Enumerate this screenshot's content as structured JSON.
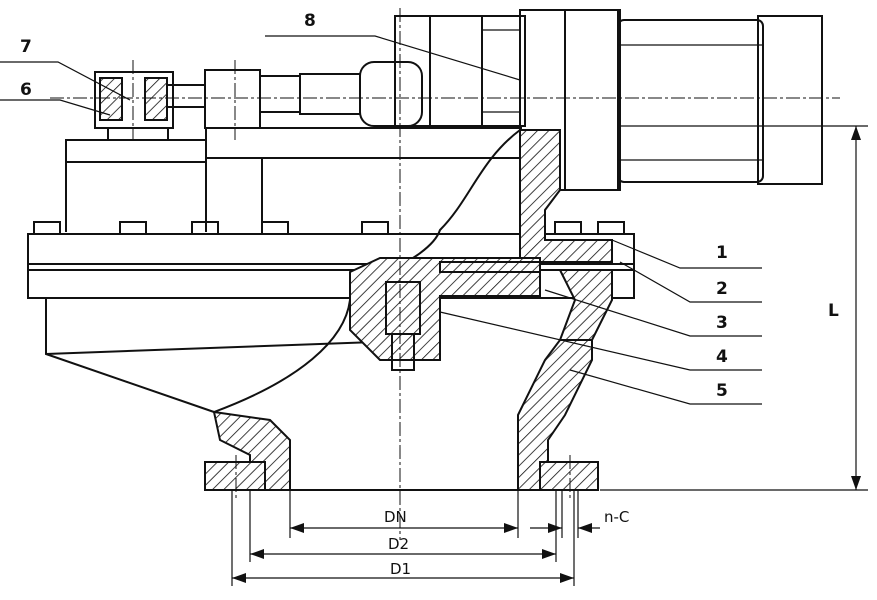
{
  "drawing": {
    "part_numbers": [
      "1",
      "2",
      "3",
      "4",
      "5",
      "6",
      "7",
      "8"
    ],
    "dimensions": {
      "nominal": "DN",
      "bolt_circle": "D2",
      "outer": "D1",
      "holes": "n-C",
      "height": "L"
    },
    "colors": {
      "line": "#111111",
      "background": "#ffffff"
    }
  }
}
